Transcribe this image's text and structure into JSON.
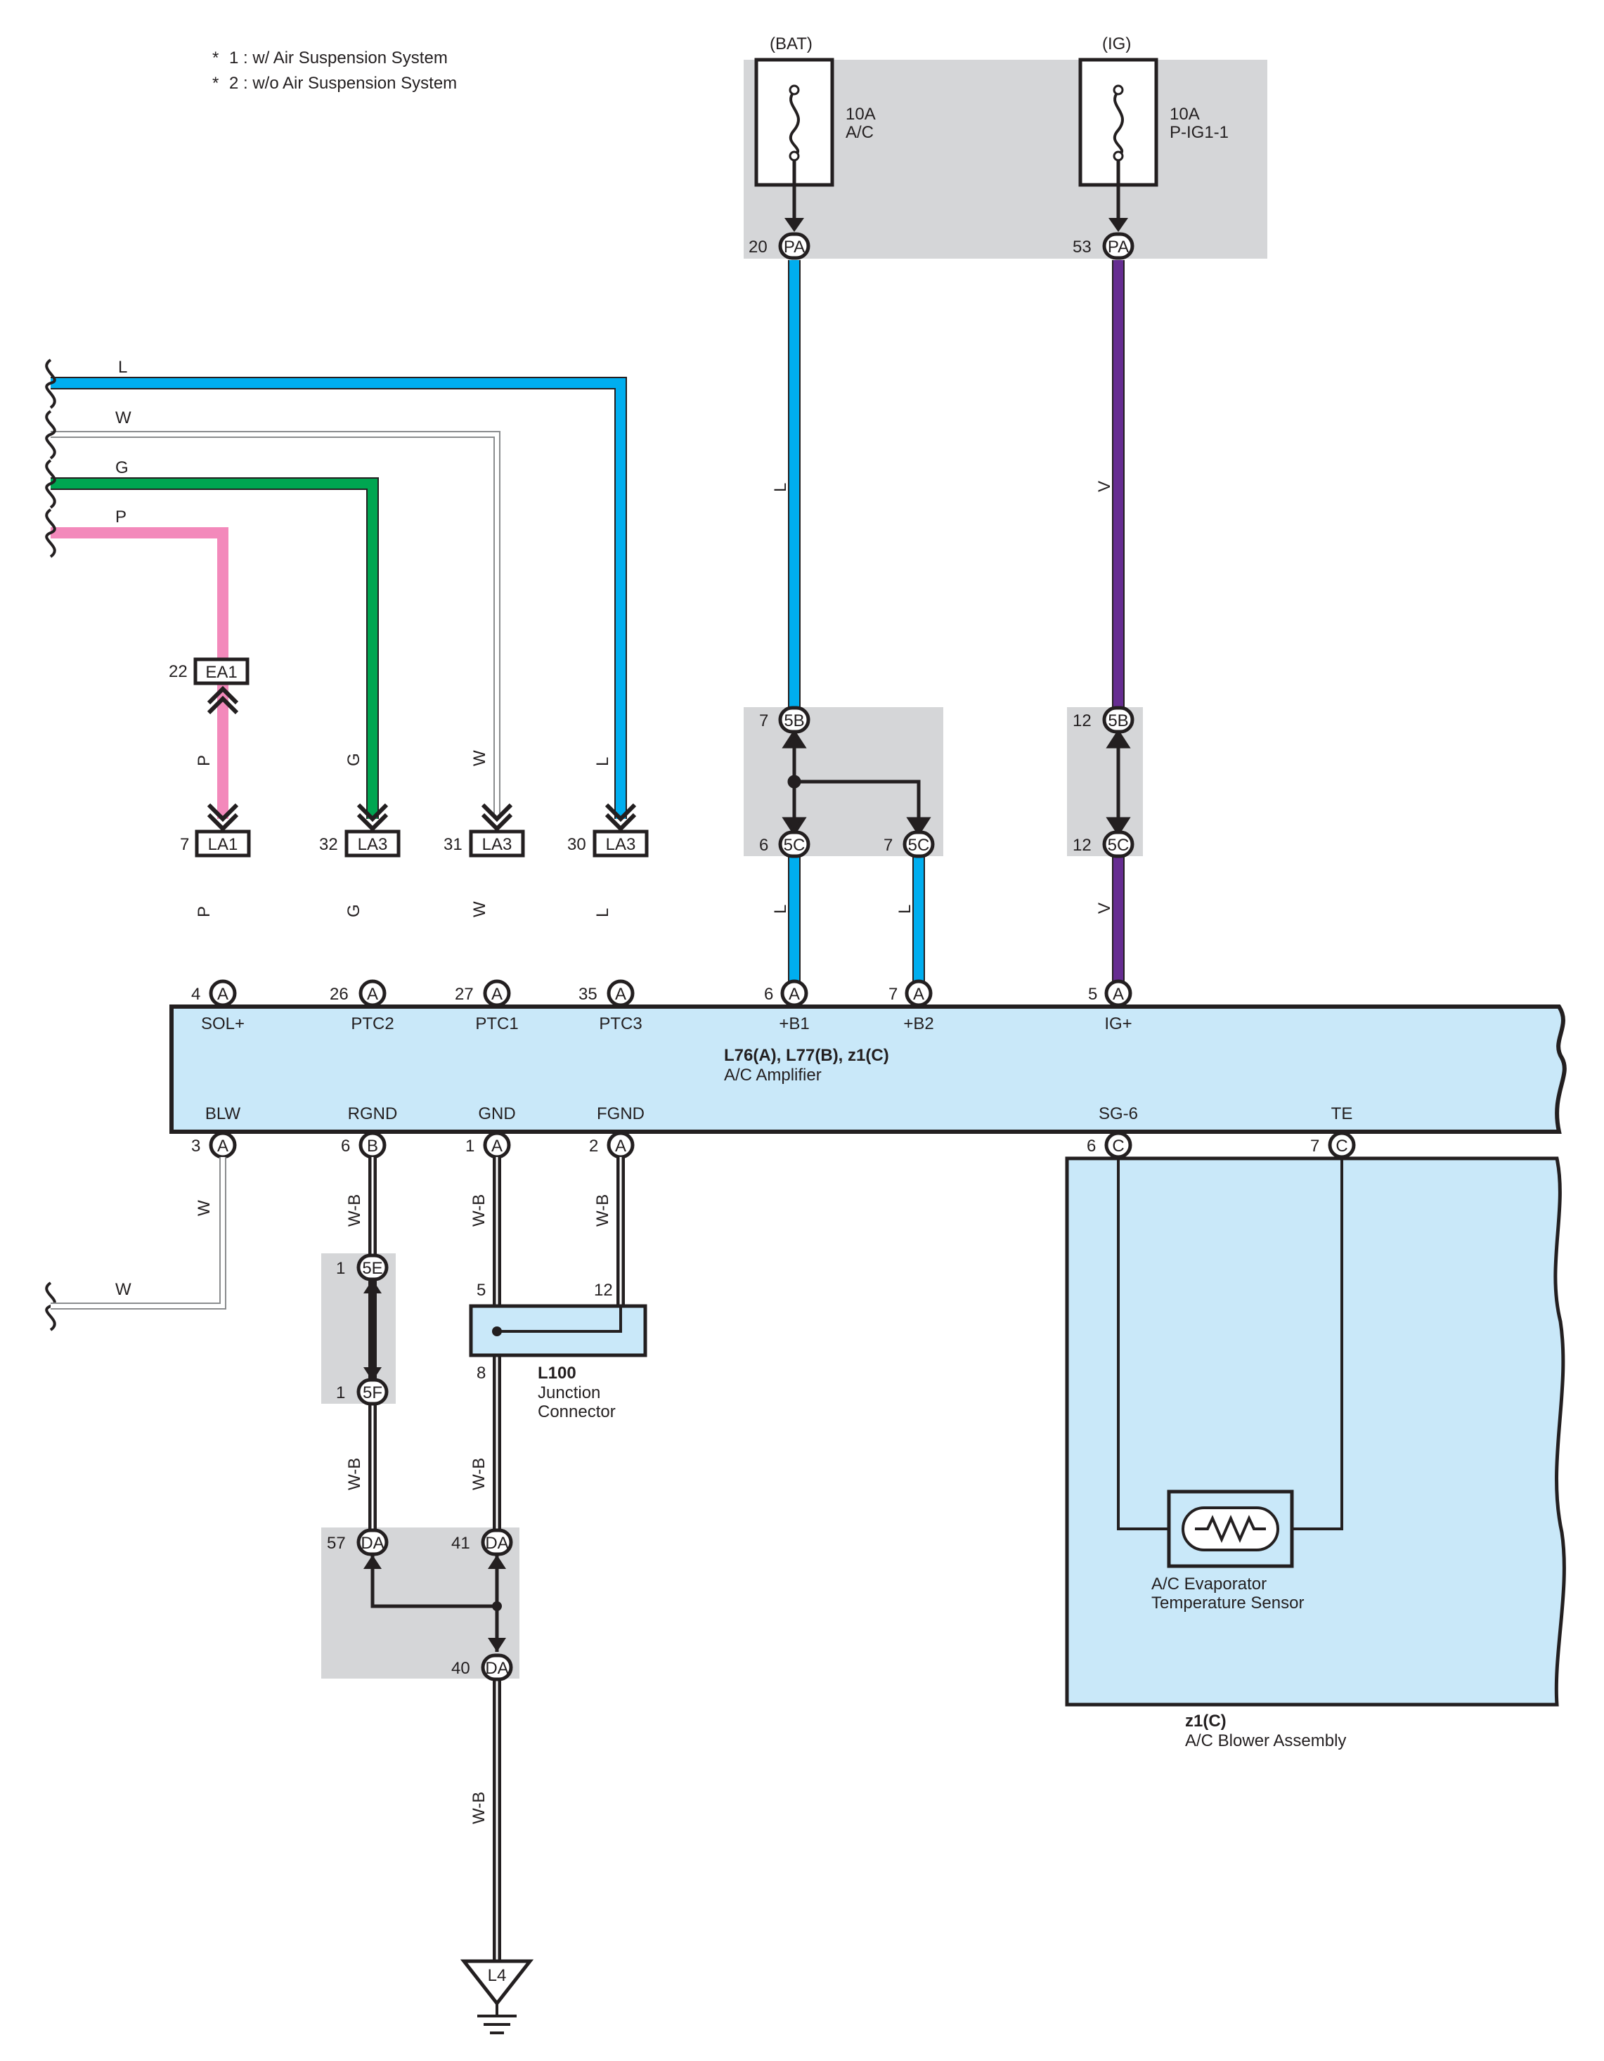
{
  "notes": [
    {
      "mark": "*",
      "text": "1 : w/ Air Suspension System"
    },
    {
      "mark": "*",
      "text": "2 : w/o Air Suspension System"
    }
  ],
  "colors": {
    "L": "#00aeef",
    "W": "#ffffff",
    "G": "#00a651",
    "P": "#f389bb",
    "V": "#662d91",
    "W-B": "#231f20",
    "box_gray": "#d5d6d8",
    "component_fill": "#c9e8f9"
  },
  "fuses": [
    {
      "supply": "(BAT)",
      "rating": "10A",
      "name": "A/C",
      "pin": "20",
      "connector": "PA"
    },
    {
      "supply": "(IG)",
      "rating": "10A",
      "name": "P-IG1-1",
      "pin": "53",
      "connector": "PA"
    }
  ],
  "left_wires": {
    "L": {
      "color_code": "L",
      "pin": "30",
      "connector": "LA3",
      "amp_pin": "35",
      "amp_conn": "A",
      "amp_terminal": "PTC3"
    },
    "W": {
      "color_code": "W",
      "pin": "31",
      "connector": "LA3",
      "amp_pin": "27",
      "amp_conn": "A",
      "amp_terminal": "PTC1"
    },
    "G": {
      "color_code": "G",
      "pin": "32",
      "connector": "LA3",
      "amp_pin": "26",
      "amp_conn": "A",
      "amp_terminal": "PTC2"
    },
    "P": {
      "color_code": "P",
      "ea_pin": "22",
      "ea_connector": "EA1",
      "pin": "7",
      "connector": "LA1",
      "amp_pin": "4",
      "amp_conn": "A",
      "amp_terminal": "SOL+"
    }
  },
  "junction_5b_5c": {
    "left": {
      "top_pin": "7",
      "top_conn": "5B",
      "bot_pin_1": "6",
      "bot_pin_2": "7",
      "bot_conn": "5C"
    },
    "right": {
      "top_pin": "12",
      "top_conn": "5B",
      "bot_pin": "12",
      "bot_conn": "5C"
    }
  },
  "power_wires": {
    "b1": {
      "color_code": "L",
      "amp_pin": "6",
      "amp_conn": "A",
      "amp_terminal": "+B1"
    },
    "b2": {
      "color_code": "L",
      "amp_pin": "7",
      "amp_conn": "A",
      "amp_terminal": "+B2"
    },
    "ig": {
      "color_code": "V",
      "amp_pin": "5",
      "amp_conn": "A",
      "amp_terminal": "IG+"
    }
  },
  "amplifier": {
    "ids": "L76(A), L77(B), z1(C)",
    "name": "A/C Amplifier"
  },
  "bottom_terminals": {
    "blw": {
      "name": "BLW",
      "pin": "3",
      "conn": "A",
      "color_code": "W"
    },
    "rgnd": {
      "name": "RGND",
      "pin": "6",
      "conn": "B",
      "color_code": "W-B"
    },
    "gnd": {
      "name": "GND",
      "pin": "1",
      "conn": "A",
      "color_code": "W-B"
    },
    "fgnd": {
      "name": "FGND",
      "pin": "2",
      "conn": "A",
      "color_code": "W-B"
    },
    "sg6": {
      "name": "SG-6",
      "pin": "6",
      "conn": "C"
    },
    "te": {
      "name": "TE",
      "pin": "7",
      "conn": "C"
    }
  },
  "blw_wire": {
    "color_code": "W"
  },
  "junction_5e_5f": {
    "top_pin": "1",
    "top_conn": "5E",
    "bot_pin": "1",
    "bot_conn": "5F"
  },
  "junction_connector": {
    "id": "L100",
    "name_line1": "Junction",
    "name_line2": "Connector",
    "pin_in_left": "5",
    "pin_in_right": "12",
    "pin_out": "8"
  },
  "ground_junction": {
    "pin_a": "57",
    "pin_b": "41",
    "pin_out": "40",
    "conn": "DA"
  },
  "ground": {
    "id": "L4",
    "wire_code": "W-B"
  },
  "blower": {
    "id": "z1(C)",
    "name": "A/C Blower Assembly",
    "sensor_line1": "A/C Evaporator",
    "sensor_line2": "Temperature Sensor"
  }
}
